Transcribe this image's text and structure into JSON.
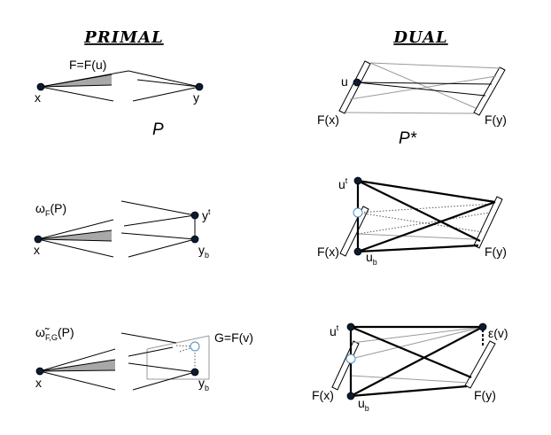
{
  "headers": {
    "primal": "PRIMAL",
    "dual": "DUAL"
  },
  "row1": {
    "primal": {
      "label_F": "F=F(u)",
      "x": "x",
      "y": "y",
      "caption": "P"
    },
    "dual": {
      "u": "u",
      "Fx": "F(x)",
      "Fy": "F(y)",
      "caption": "P*"
    }
  },
  "row2": {
    "primal": {
      "omega": "ω",
      "omega_sub": "F",
      "omega_arg": "(P)",
      "yt": "y",
      "yt_sup": "t",
      "yb": "y",
      "yb_sub": "b",
      "x": "x"
    },
    "dual": {
      "ut": "u",
      "ut_sup": "t",
      "ub": "u",
      "ub_sub": "b",
      "Fx": "F(x)",
      "Fy": "F(y)"
    }
  },
  "row3": {
    "primal": {
      "omega": "ω̃",
      "omega_sub": "F,G",
      "omega_arg": "(P)",
      "G": "G=F(v)",
      "yb": "y",
      "yb_sub": "b",
      "x": "x"
    },
    "dual": {
      "ut": "u",
      "ut_sup": "t",
      "eps": "ε(v)",
      "ub": "u",
      "ub_sub": "b",
      "Fx": "F(x)",
      "Fy": "F(y)"
    }
  }
}
